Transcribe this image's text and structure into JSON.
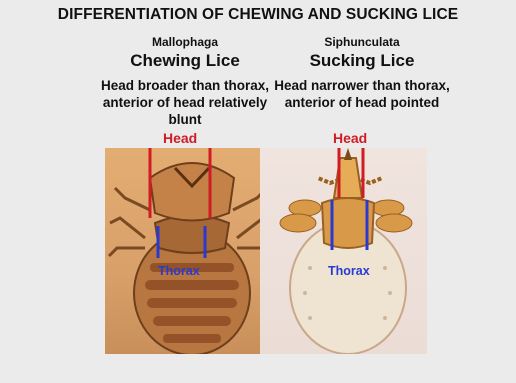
{
  "title": "DIFFERENTIATION OF CHEWING AND SUCKING LICE",
  "chewing": {
    "order": "Mallophaga",
    "common": "Chewing Lice",
    "description": "Head broader than thorax, anterior of head relatively blunt"
  },
  "sucking": {
    "order": "Siphunculata",
    "common": "Sucking Lice",
    "description": "Head narrower than thorax, anterior of head pointed"
  },
  "labels": {
    "head": "Head",
    "thorax": "Thorax"
  },
  "colors": {
    "head_marker": "#d01c24",
    "thorax_marker": "#2a3ad0"
  }
}
